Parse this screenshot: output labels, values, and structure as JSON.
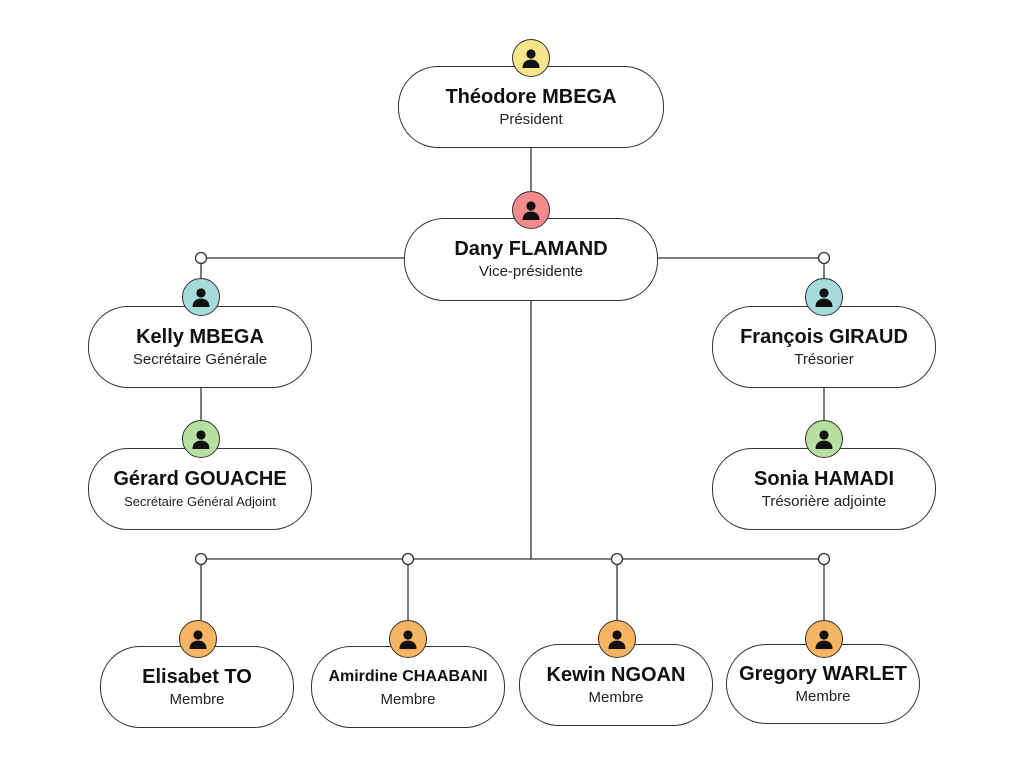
{
  "colors": {
    "yellow": "#f7e58b",
    "red": "#f58a8a",
    "blue": "#a6dbdc",
    "green": "#b6e0a2",
    "orange": "#f7b463",
    "line": "#333333"
  },
  "people": [
    {
      "id": "president",
      "name": "Théodore MBEGA",
      "role": "Président",
      "color": "yellow"
    },
    {
      "id": "vice-president",
      "name": "Dany FLAMAND",
      "role": "Vice-présidente",
      "color": "red"
    },
    {
      "id": "secretary",
      "name": "Kelly MBEGA",
      "role": "Secrétaire Générale",
      "color": "blue"
    },
    {
      "id": "treasurer",
      "name": "François GIRAUD",
      "role": "Trésorier",
      "color": "blue"
    },
    {
      "id": "deputy-secretary",
      "name": "Gérard GOUACHE",
      "role": "Secrétaire Général Adjoint",
      "color": "green"
    },
    {
      "id": "deputy-treasurer",
      "name": "Sonia HAMADI",
      "role": "Trésorière adjointe",
      "color": "green"
    },
    {
      "id": "member-1",
      "name": "Elisabet TO",
      "role": "Membre",
      "color": "orange"
    },
    {
      "id": "member-2",
      "name": "Amirdine CHAABANI",
      "role": "Membre",
      "color": "orange"
    },
    {
      "id": "member-3",
      "name": "Kewin NGOAN",
      "role": "Membre",
      "color": "orange"
    },
    {
      "id": "member-4",
      "name": "Gregory WARLET",
      "role": "Membre",
      "color": "orange"
    }
  ]
}
